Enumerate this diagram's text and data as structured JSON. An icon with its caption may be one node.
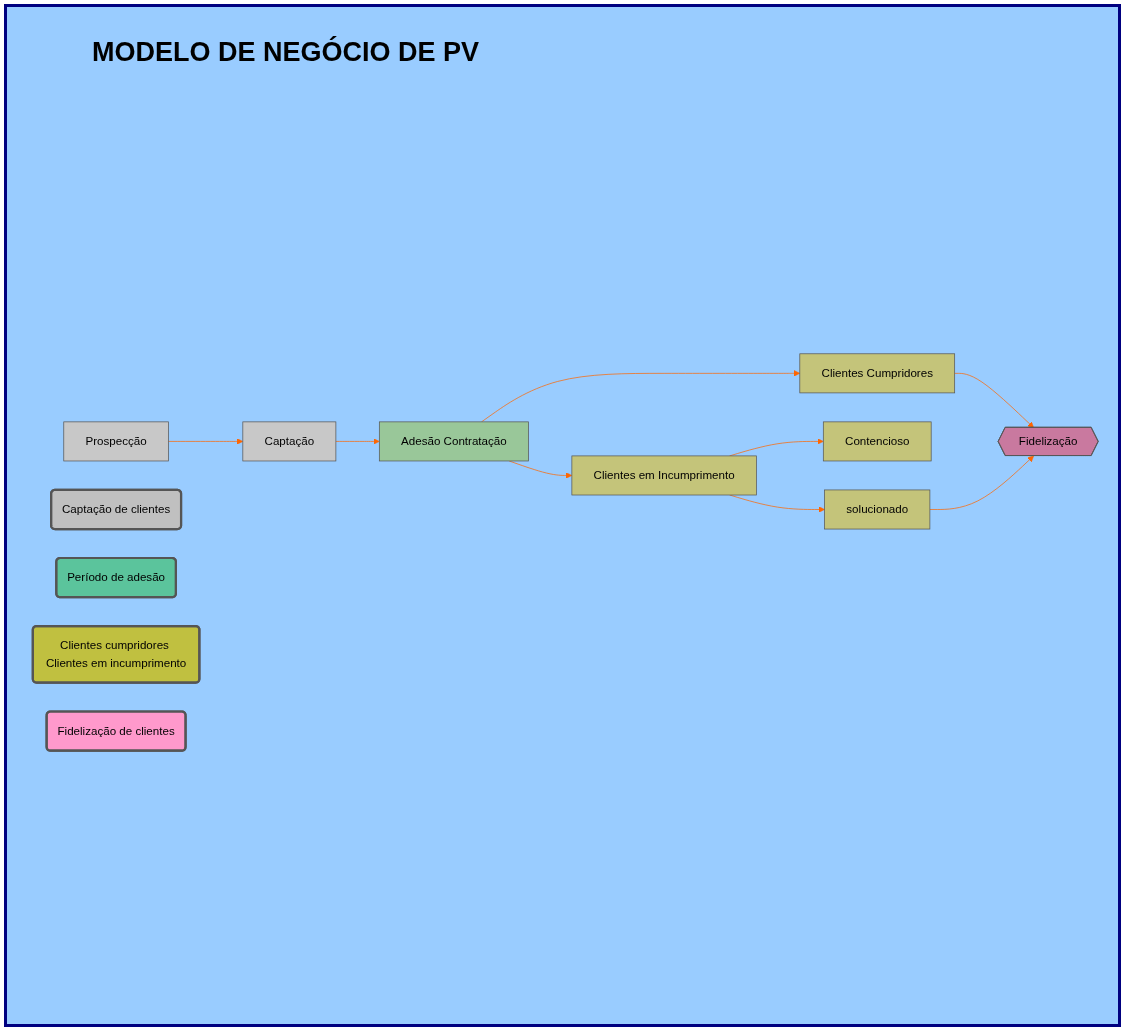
{
  "diagram": {
    "title": "MODELO DE NEGÓCIO DE PV",
    "nodes": [
      {
        "text": [
          "Prospecção"
        ]
      },
      {
        "text": [
          "Captação"
        ]
      },
      {
        "text": [
          "Adesão Contratação"
        ]
      },
      {
        "text": [
          "Clientes Cumpridores"
        ]
      },
      {
        "text": [
          "Fidelização"
        ]
      },
      {
        "text": [
          "Clientes em Incumprimento"
        ]
      },
      {
        "text": [
          "Contencioso"
        ]
      },
      {
        "text": [
          "solucionado"
        ]
      },
      {
        "text": [
          "Captação de clientes"
        ]
      },
      {
        "text": [
          "Período de adesão"
        ]
      },
      {
        "text": [
          "Clientes cumpridores Clientes em incumprimento"
        ]
      },
      {
        "text": [
          "Fidelização de clientes"
        ]
      }
    ],
    "edges": [
      {
        "from": 0,
        "to": 1,
        "arrow": "to"
      },
      {
        "from": 1,
        "to": 2,
        "arrow": "to"
      },
      {
        "from": 2,
        "to": 3,
        "arrow": "to"
      },
      {
        "from": 2,
        "to": 5,
        "arrow": "to"
      },
      {
        "from": 3,
        "to": 4,
        "arrow": "to"
      },
      {
        "from": 5,
        "to": 6,
        "arrow": "to"
      },
      {
        "from": 5,
        "to": 7,
        "arrow": "to"
      },
      {
        "from": 7,
        "to": 4,
        "arrow": "to"
      }
    ]
  }
}
